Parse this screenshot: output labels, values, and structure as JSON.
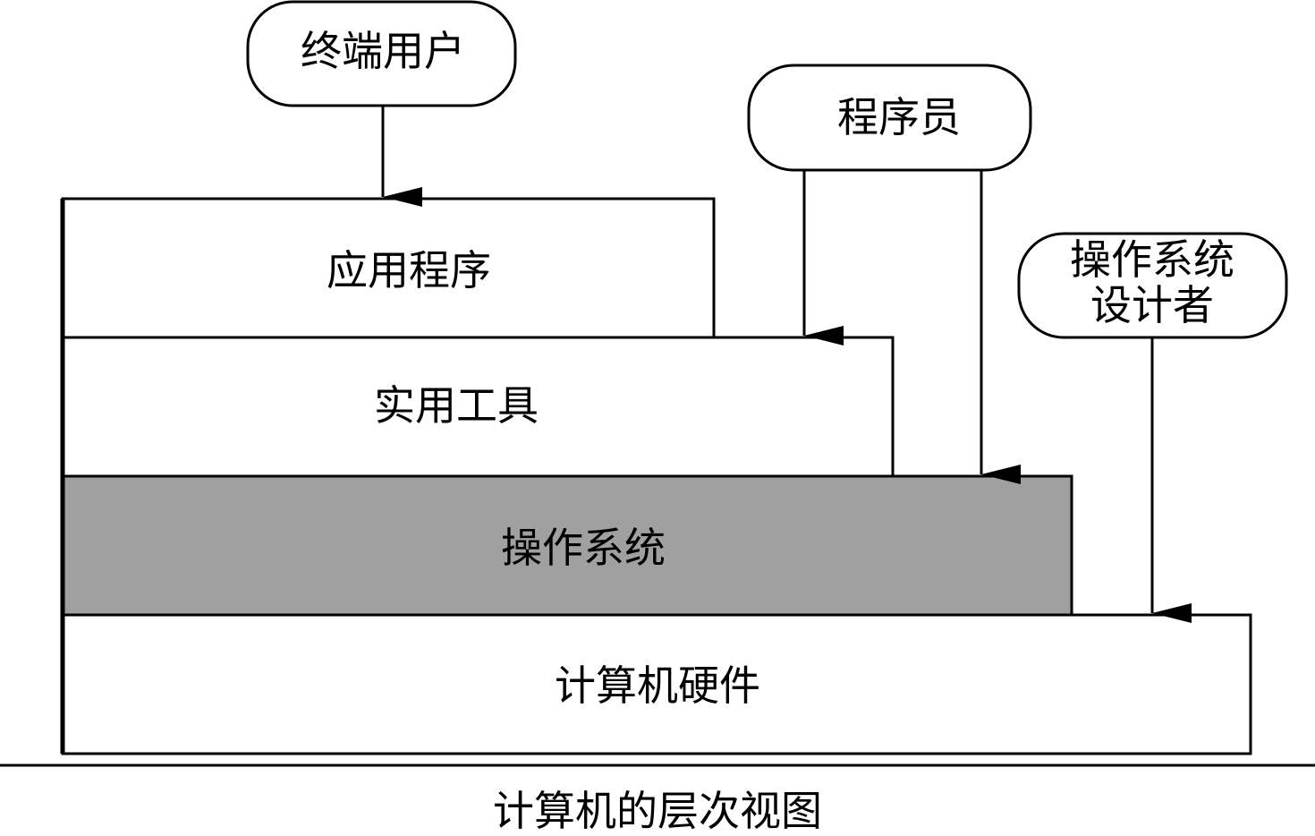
{
  "actors": {
    "end_user": "终端用户",
    "programmer": "程序员",
    "os_designer_line1": "操作系统",
    "os_designer_line2": "设计者"
  },
  "layers": {
    "applications": "应用程序",
    "utilities": "实用工具",
    "operating_system": "操作系统",
    "hardware": "计算机硬件"
  },
  "caption": "计算机的层次视图",
  "colors": {
    "stroke": "#000000",
    "layer_fill": "#ffffff",
    "os_fill": "#a0a0a0",
    "background": "#ffffff"
  }
}
